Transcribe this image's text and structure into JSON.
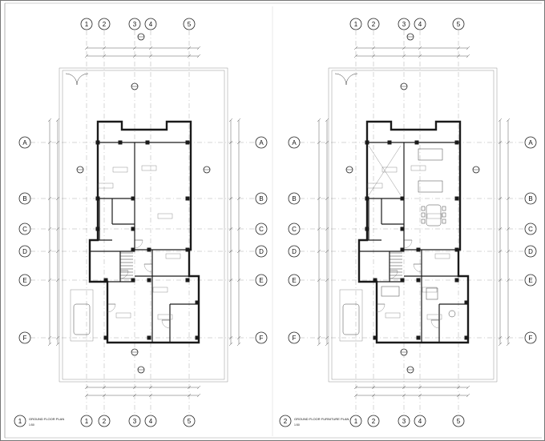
{
  "drawing": {
    "grid_columns": [
      "1",
      "2",
      "3",
      "4",
      "5"
    ],
    "grid_rows": [
      "A",
      "B",
      "C",
      "D",
      "E",
      "F"
    ],
    "plans": [
      {
        "number": "1",
        "title": "GROUND FLOOR PLAN",
        "scale": "1:50"
      },
      {
        "number": "2",
        "title": "GROUND FLOOR FURNITURE PLAN",
        "scale": "1:50"
      }
    ]
  }
}
